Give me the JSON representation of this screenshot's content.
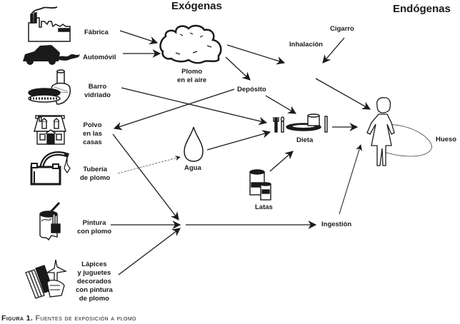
{
  "headers": {
    "exogenous": "Exógenas",
    "endogenous": "Endógenas"
  },
  "sources": {
    "factory": "Fábrica",
    "car": "Automóvil",
    "glazed_clay": [
      "Barro",
      "vidriado"
    ],
    "house_dust": [
      "Polvo",
      "en las",
      "casas"
    ],
    "lead_pipe": [
      "Tubería",
      "de plomo"
    ],
    "lead_paint": [
      "Pintura",
      "con plomo"
    ],
    "toys": [
      "Lápices",
      "y juguetes",
      "decorados",
      "con pintura",
      "de plomo"
    ]
  },
  "nodes": {
    "air_lead": [
      "Plomo",
      "en el aire"
    ],
    "deposit": "Depósito",
    "water": "Agua",
    "diet": "Dieta",
    "cans": "Latas",
    "cigarette": "Cigarro",
    "inhalation": "Inhalación",
    "ingestion": "Ingestión",
    "bone": "Hueso"
  },
  "caption": {
    "prefix": "Figura 1.",
    "text": "Fuentes de exposición a plomo"
  },
  "edges": [
    {
      "from": "Fábrica",
      "to": "Plomo en el aire"
    },
    {
      "from": "Automóvil",
      "to": "Plomo en el aire"
    },
    {
      "from": "Plomo en el aire",
      "to": "Inhalación"
    },
    {
      "from": "Plomo en el aire",
      "to": "Depósito"
    },
    {
      "from": "Cigarro",
      "to": "Inhalación"
    },
    {
      "from": "Inhalación",
      "to": "Cuerpo"
    },
    {
      "from": "Barro vidriado",
      "to": "Dieta"
    },
    {
      "from": "Depósito",
      "to": "Polvo en las casas"
    },
    {
      "from": "Depósito",
      "to": "Dieta"
    },
    {
      "from": "Tubería de plomo",
      "to": "Agua",
      "style": "dashed"
    },
    {
      "from": "Agua",
      "to": "Dieta"
    },
    {
      "from": "Latas",
      "to": "Dieta"
    },
    {
      "from": "Dieta",
      "to": "Cuerpo"
    },
    {
      "from": "Polvo en las casas",
      "to": "Ingestión"
    },
    {
      "from": "Pintura con plomo",
      "to": "Ingestión"
    },
    {
      "from": "Lápices y juguetes decorados con pintura de plomo",
      "to": "Ingestión"
    },
    {
      "from": "Ingestión",
      "to": "Cuerpo"
    },
    {
      "from": "Cuerpo",
      "to": "Hueso",
      "style": "loop"
    }
  ]
}
